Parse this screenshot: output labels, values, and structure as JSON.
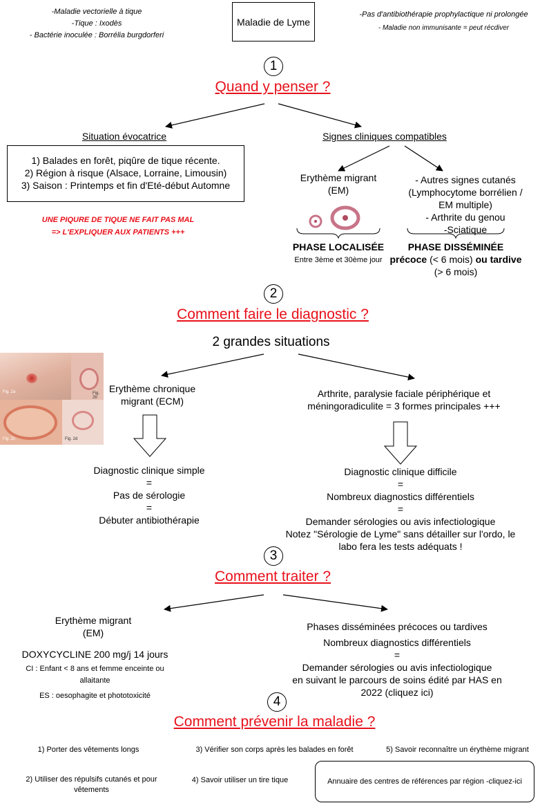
{
  "header": {
    "left_notes": [
      "-Maladie vectorielle à tique",
      "-Tique : Ixodès",
      "- Bactérie inoculée : Borrélia burgdorferi"
    ],
    "title": "Maladie de Lyme",
    "right_notes": [
      "-Pas d'antibiothérapie prophylactique ni prolongée",
      "- Maladie non immunisante = peut récdiver"
    ]
  },
  "s1": {
    "number": "1",
    "title": "Quand y penser ?",
    "left_heading": "Situation évocatrice",
    "box_lines": [
      "1) Balades en forêt, piqûre de tique récente.",
      "2) Région à risque (Alsace, Lorraine, Limousin)",
      "3) Saison : Printemps et fin d'Eté-début Automne"
    ],
    "warning_lines": [
      "UNE PIQURE DE TIQUE NE FAIT PAS MAL",
      "=> L'EXPLIQUER AUX PATIENTS +++"
    ],
    "right_heading": "Signes cliniques compatibles",
    "em_lines": [
      "Erythème migrant",
      "(EM)"
    ],
    "other_lines": [
      "- Autres signes cutanés",
      "(Lymphocytome borrélien /",
      "EM multiple)",
      "- Arthrite du genou",
      "-Sciatique"
    ],
    "phase_loc": "PHASE LOCALISÉE",
    "phase_loc_sub": "Entre 3ème et 30ème jour",
    "phase_diss": "PHASE DISSÉMINÉE",
    "phase_diss_l2a": "précoce",
    "phase_diss_l2b": " (< 6 mois) ",
    "phase_diss_l2c": "ou tardive",
    "phase_diss_l3": "(> 6 mois)"
  },
  "s2": {
    "number": "2",
    "title": "Comment faire le diagnostic ?",
    "subtitle": "2 grandes situations",
    "photo_labels": [
      "Fig. 2a",
      "Fig. 2b",
      "Fig. 2c",
      "Fig. 2d"
    ],
    "left_lines": [
      "Erythème chronique",
      "migrant (ECM)"
    ],
    "right_lines": [
      "Arthrite, paralysie faciale périphérique et",
      "méningoradiculite = 3 formes principales +++"
    ],
    "left_result": [
      "Diagnostic clinique simple",
      "=",
      "Pas de sérologie",
      "=",
      "Débuter antibiothérapie"
    ],
    "right_result": [
      "Diagnostic clinique difficile",
      "=",
      "Nombreux diagnostics différentiels",
      "=",
      "Demander sérologies ou avis infectiologique",
      "Notez \"Sérologie de Lyme\" sans détailler sur l'ordo, le",
      "labo fera les tests adéquats !"
    ]
  },
  "s3": {
    "number": "3",
    "title": "Comment traiter ?",
    "left_lines": [
      "Erythème migrant",
      "(EM)"
    ],
    "treatment": "DOXYCYCLINE 200 mg/j 14 jours",
    "ci_lines": [
      "CI : Enfant < 8 ans et femme enceinte ou",
      "allaitante"
    ],
    "es": "ES : oesophagite et phototoxicité",
    "right_heading": "Phases disséminées précoces ou tardives",
    "right_lines": [
      "Nombreux diagnostics différentiels",
      "=",
      "Demander sérologies ou avis infectiologique",
      "en suivant le parcours de soins édité par HAS en",
      "2022 (cliquez ici)"
    ]
  },
  "s4": {
    "number": "4",
    "title": "Comment prévenir la maladie ?",
    "item1": "1) Porter des vêtements longs",
    "item2": "2) Utiliser des répulsifs cutanés et pour vêtements",
    "item3": "3) Vérifier son corps après les balades en forêt",
    "item4": "4) Savoir utiliser un tire tique",
    "item5": "5) Savoir reconnaître un érythème migrant",
    "annuaire": "Annuaire des centres de références par région -cliquez-ici"
  }
}
